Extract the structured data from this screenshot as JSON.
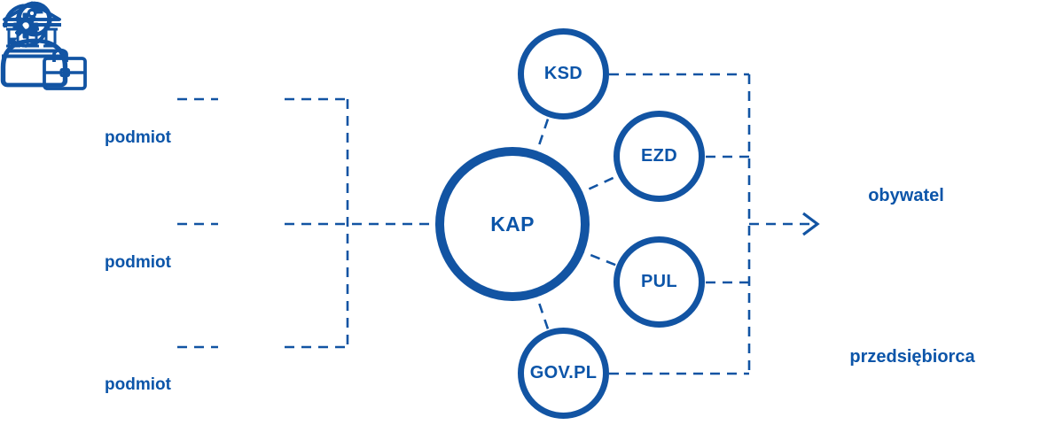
{
  "colors": {
    "primary": "#1254A3",
    "label": "#0C55A9",
    "background": "#FFFFFF"
  },
  "diagram": {
    "sources": [
      {
        "label": "podmiot",
        "icon": "bank-icon",
        "connector_icon": "sync-gear-icon"
      },
      {
        "label": "podmiot",
        "icon": "bank-icon",
        "connector_icon": "sync-gear-icon"
      },
      {
        "label": "podmiot",
        "icon": "bank-icon",
        "connector_icon": "sync-gear-icon"
      }
    ],
    "hub": {
      "label": "KAP"
    },
    "systems": [
      {
        "label": "KSD"
      },
      {
        "label": "EZD"
      },
      {
        "label": "PUL"
      },
      {
        "label": "GOV.PL"
      }
    ],
    "recipients": [
      {
        "label": "obywatel",
        "icon": "person-icon"
      },
      {
        "label": "przedsiębiorca",
        "icon": "person-briefcase-icon"
      }
    ],
    "flow_arrow_icon": "arrow-right-icon"
  }
}
